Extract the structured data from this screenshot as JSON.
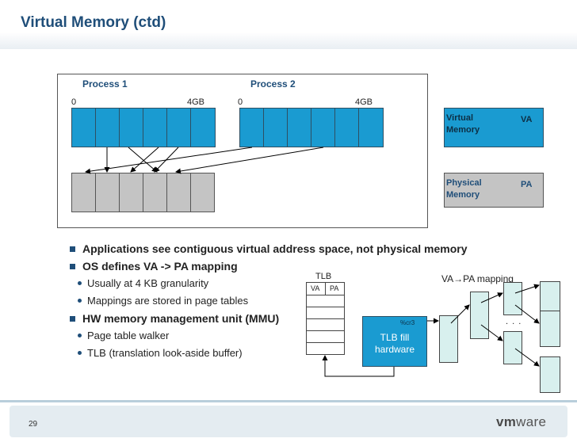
{
  "title": "Virtual Memory (ctd)",
  "diagram": {
    "process1_label": "Process 1",
    "process2_label": "Process 2",
    "tick_start": "0",
    "tick_end": "4GB",
    "legend_virtual_label": "Virtual\nMemory",
    "legend_virtual_abbr": "VA",
    "legend_physical_label": "Physical\nMemory",
    "legend_physical_abbr": "PA",
    "colors": {
      "virtual": "#1a9bd1",
      "physical": "#c4c4c4",
      "title": "#1f4e79"
    }
  },
  "bullets": [
    {
      "level": 1,
      "text": "Applications see contiguous virtual address space, not physical memory"
    },
    {
      "level": 1,
      "text": "OS defines VA -> PA mapping"
    },
    {
      "level": 2,
      "text": "Usually at 4 KB granularity"
    },
    {
      "level": 2,
      "text": "Mappings are stored in page tables"
    },
    {
      "level": 1,
      "text": "HW memory management unit (MMU)"
    },
    {
      "level": 2,
      "text": "Page table walker"
    },
    {
      "level": 2,
      "text": "TLB (translation look-aside buffer)"
    }
  ],
  "mmu": {
    "tlb_label": "TLB",
    "tlb_col_va": "VA",
    "tlb_col_pa": "PA",
    "tlb_fill_label": "TLB fill\nhardware",
    "cr3_label": "%cr3",
    "mapping_label": "VA→PA mapping",
    "ellipsis": ". . ."
  },
  "footer": {
    "page_number": "29",
    "logo_prefix": "vm",
    "logo_suffix": "ware"
  }
}
